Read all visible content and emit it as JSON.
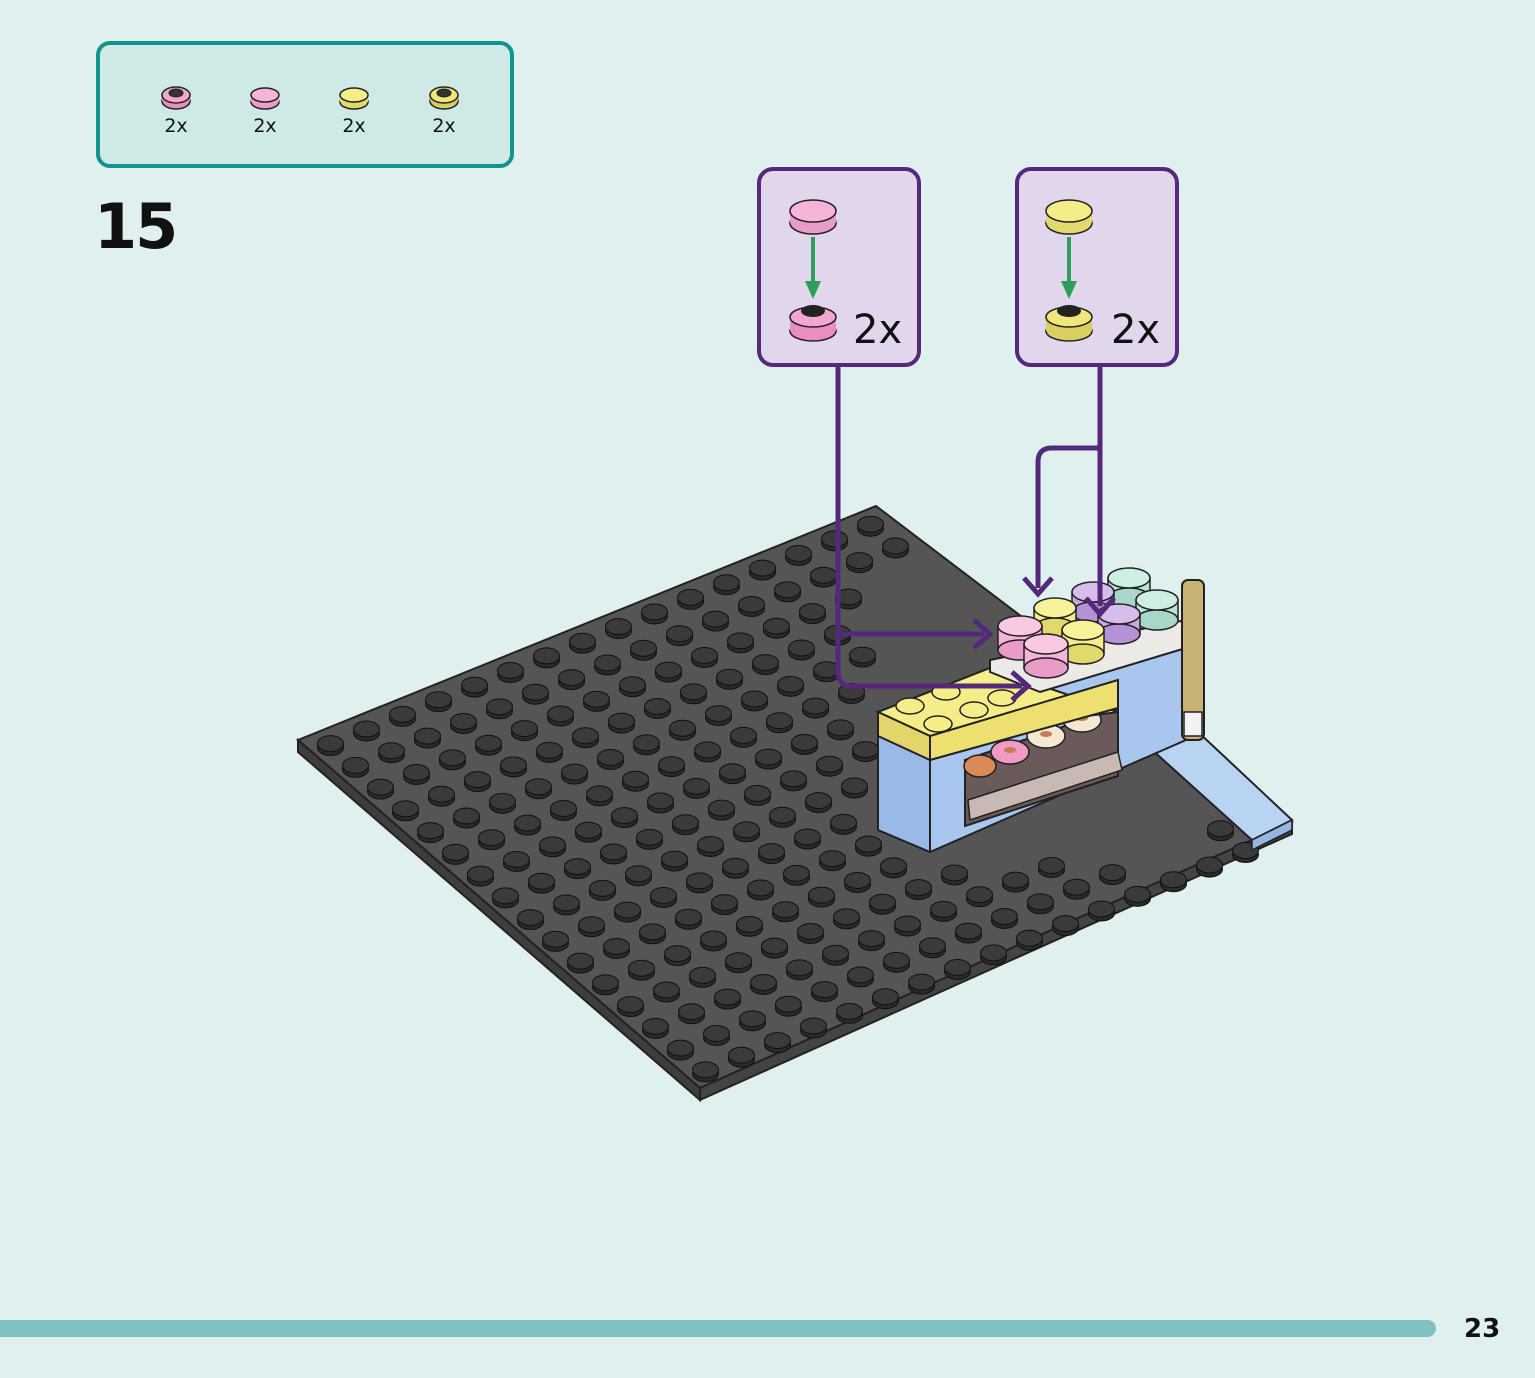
{
  "parts_list": [
    {
      "icon": "pink-round-plate-with-hole-icon",
      "qty": "2x",
      "color": "#f2a6d0"
    },
    {
      "icon": "pink-round-tile-icon",
      "qty": "2x",
      "color": "#f6b5d8"
    },
    {
      "icon": "yellow-round-tile-icon",
      "qty": "2x",
      "color": "#f5ee88"
    },
    {
      "icon": "yellow-round-plate-with-hole-icon",
      "qty": "2x",
      "color": "#f0e67a"
    }
  ],
  "step": {
    "number": "15"
  },
  "callouts": [
    {
      "icon": "pink-macaron-subassembly-icon",
      "qty": "2x",
      "color": "#f6b5d8"
    },
    {
      "icon": "yellow-macaron-subassembly-icon",
      "qty": "2x",
      "color": "#f5ee88"
    }
  ],
  "colors": {
    "background": "#dff0ef",
    "parts_border": "#12938d",
    "callout_border": "#54287a",
    "callout_fill": "#e2d6ec",
    "arrow": "#54287a",
    "assembly_arrow": "#2e9e5a",
    "baseplate": "#4a4a4a",
    "footer_bar": "#7ec1c0"
  },
  "page": {
    "number": "23"
  }
}
